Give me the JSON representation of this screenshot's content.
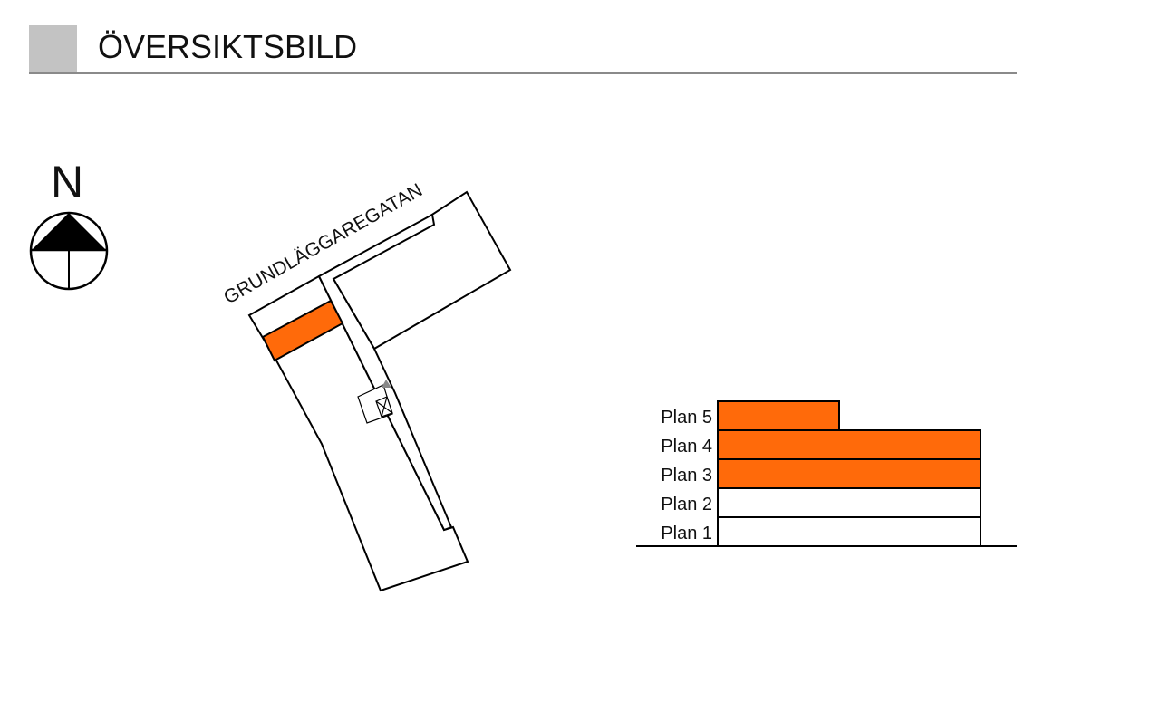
{
  "header": {
    "title": "ÖVERSIKTSBILD"
  },
  "compass": {
    "label": "N",
    "icon": "north-arrow-icon"
  },
  "site_plan": {
    "street_name": "GRUNDLÄGGAREGATAN",
    "highlight_color": "#ff6a0a"
  },
  "section": {
    "floors": [
      {
        "label": "Plan 1",
        "highlighted": false,
        "short": false
      },
      {
        "label": "Plan 2",
        "highlighted": false,
        "short": false
      },
      {
        "label": "Plan 3",
        "highlighted": true,
        "short": false
      },
      {
        "label": "Plan 4",
        "highlighted": true,
        "short": false
      },
      {
        "label": "Plan 5",
        "highlighted": true,
        "short": true
      }
    ]
  }
}
